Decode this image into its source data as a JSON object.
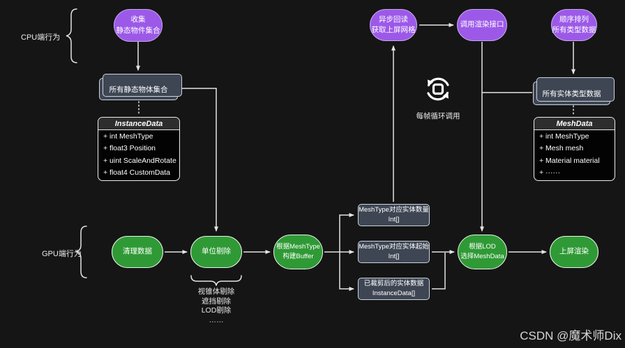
{
  "colors": {
    "background": "#151515",
    "cpu_node_fill": "#9c59e8",
    "cpu_node_border": "#c9a8f2",
    "gpu_node_fill": "#2f9a35",
    "gpu_node_border": "#eaf6ec",
    "store_fill": "#3e4653",
    "store_border": "#ccd4e0",
    "class_header_bg": "#2d2d2d",
    "class_body_bg": "#030303",
    "connector": "#e4e4e4",
    "text": "#ffffff"
  },
  "sections": {
    "cpu_label": "CPU端行为",
    "gpu_label": "GPU端行为"
  },
  "cpu_flow": {
    "collect": {
      "line1": "收集",
      "line2": "静态物件集合"
    },
    "async_readback": {
      "line1": "异步回读",
      "line2": "获取上屏网格"
    },
    "call_render_api": {
      "label": "调用渲染接口"
    },
    "sort_all_types": {
      "line1": "顺序排列",
      "line2": "所有类型数据"
    }
  },
  "stores": {
    "static_objects": "所有静态物体集合",
    "entity_type_data": "所有实体类型数据"
  },
  "classes": {
    "instance_data": {
      "title": "InstanceData",
      "fields": [
        "+ int MeshType",
        "+ float3 Position",
        "+ uint ScaleAndRotate",
        "+ float4 CustomData"
      ]
    },
    "mesh_data": {
      "title": "MeshData",
      "fields": [
        "+ int MeshType",
        "+ Mesh mesh",
        "+ Material material",
        "+ ······"
      ]
    }
  },
  "loop": {
    "caption": "每帧循环调用"
  },
  "gpu_flow": {
    "clean_data": {
      "label": "清理数据"
    },
    "unit_culling": {
      "label": "单位剔除"
    },
    "build_buffer": {
      "line1": "根据MeshType",
      "line2": "构建Buffer"
    },
    "select_lod": {
      "line1": "根据LOD",
      "line2": "选择MeshData"
    },
    "screen_render": {
      "label": "上屏渲染"
    }
  },
  "buffers": {
    "entity_count": {
      "line1": "MeshType对应实体数量",
      "line2": "Int[]"
    },
    "entity_start": {
      "line1": "MeshType对应实体起始",
      "line2": "Int[]"
    },
    "culled_entities": {
      "line1": "已裁剪后的实体数据",
      "line2": "InstanceData[]"
    }
  },
  "culling_note": {
    "lines": [
      "视锥体剔除",
      "遮挡剔除",
      "LOD剔除",
      "……"
    ]
  },
  "watermark": "CSDN @魔术师Dix"
}
